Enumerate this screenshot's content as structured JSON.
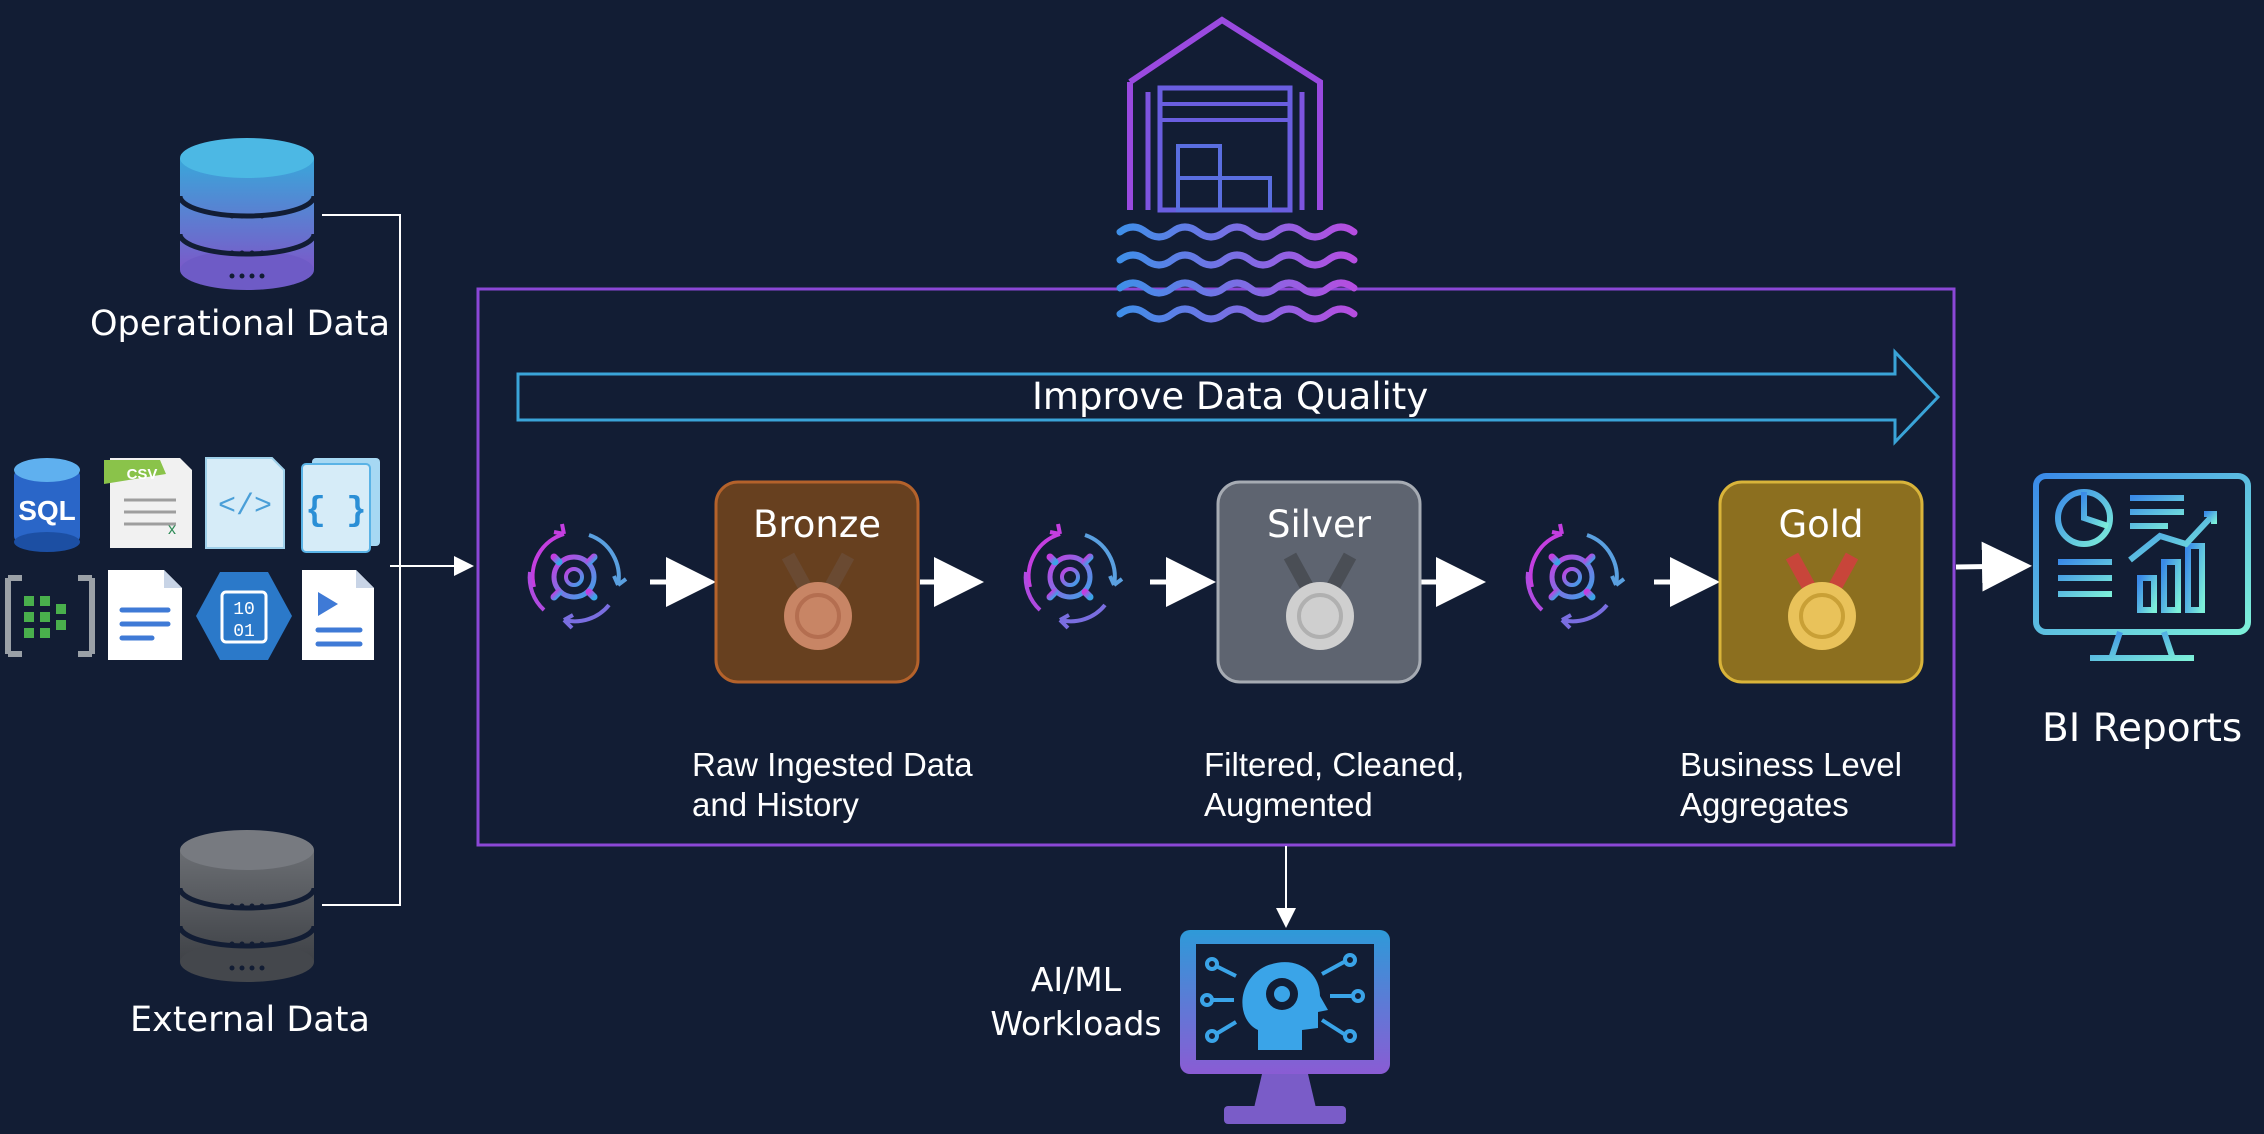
{
  "sources": {
    "operational_label": "Operational Data",
    "external_label": "External Data",
    "file_icons": [
      {
        "name": "sql-database-icon",
        "text": "SQL"
      },
      {
        "name": "csv-file-icon",
        "text": "CSV"
      },
      {
        "name": "code-file-icon",
        "text": "</>"
      },
      {
        "name": "json-file-icon",
        "text": "{ }"
      },
      {
        "name": "event-hub-icon",
        "text": ""
      },
      {
        "name": "document-file-icon",
        "text": ""
      },
      {
        "name": "binary-data-icon",
        "text": "10 01"
      },
      {
        "name": "media-file-icon",
        "text": ""
      }
    ]
  },
  "lakehouse": {
    "banner": "Improve Data Quality",
    "stages": [
      {
        "name": "Bronze",
        "description_line1": "Raw Ingested Data",
        "description_line2": "and History",
        "color": "#b4622b"
      },
      {
        "name": "Silver",
        "description_line1": "Filtered, Cleaned,",
        "description_line2": "Augmented",
        "color": "#8a8f99"
      },
      {
        "name": "Gold",
        "description_line1": "Business Level",
        "description_line2": "Aggregates",
        "color": "#c9a227"
      }
    ]
  },
  "outputs": {
    "bi_label": "BI Reports",
    "ml_label_line1": "AI/ML",
    "ml_label_line2": "Workloads"
  },
  "colors": {
    "background": "#121d34",
    "frame": "#8b47d6",
    "banner_stroke": "#3aa4d8"
  }
}
